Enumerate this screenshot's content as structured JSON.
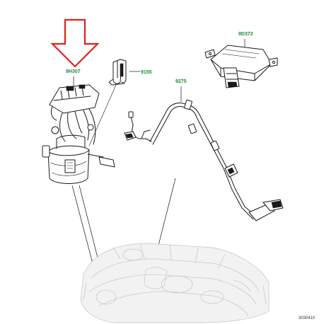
{
  "labels": {
    "fuel_pump": "9H307",
    "bracket": "9155",
    "fuel_line": "9275",
    "control_module": "9D372"
  },
  "reference_code": "3030410",
  "colors": {
    "label_green": "#1f8a3a",
    "highlight_arrow": "#e0201c",
    "line_ink": "#1a1a1a",
    "ghost_tank": "#c9c9c9"
  },
  "icons": {
    "highlight": "down-arrow-outline-icon"
  }
}
